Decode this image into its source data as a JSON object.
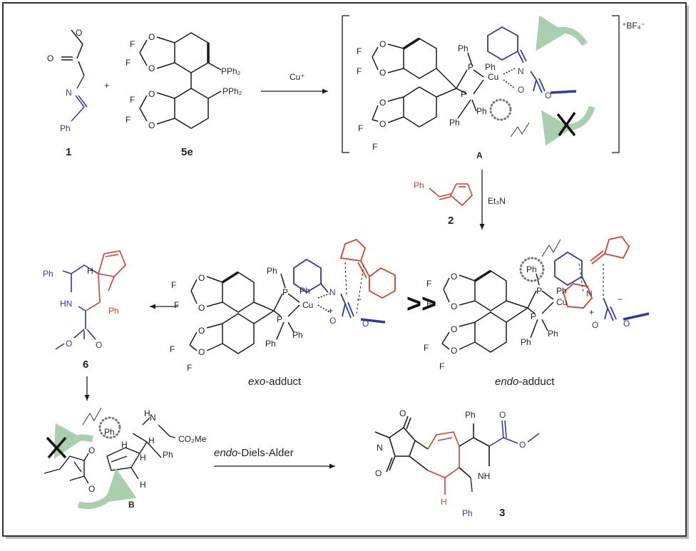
{
  "colors": {
    "blue": "#2e3da0",
    "red": "#d8402b",
    "arrow_green": "#a9cfae",
    "black": "#1a1a1a",
    "dots": "#777777"
  },
  "compound_1": {
    "id": "1",
    "atoms": {
      "o1": "O",
      "o2": "O",
      "n": "N",
      "ph": "Ph"
    }
  },
  "plus": "+",
  "compound_5e": {
    "id": "5e",
    "atoms": {
      "f1": "F",
      "f2": "F",
      "f3": "F",
      "f4": "F",
      "o1": "O",
      "o2": "O",
      "o3": "O",
      "o4": "O",
      "pph2_top": "PPh₂",
      "pph2_bottom": "PPh₂"
    }
  },
  "reagent_cu": "Cu⁺",
  "complex_A": {
    "id": "A",
    "charge": "⁺BF₄⁻",
    "atoms": {
      "f1": "F",
      "f2": "F",
      "f3": "F",
      "f4": "F",
      "o1": "O",
      "o2": "O",
      "o3": "O",
      "o4": "O",
      "o5": "O",
      "o6": "O",
      "p1": "P",
      "p2": "P",
      "cu": "Cu",
      "n": "N",
      "ph1": "Ph",
      "ph2": "Ph",
      "ph3": "Ph",
      "ph4": "Ph"
    }
  },
  "dipolarophile_2": {
    "id": "2",
    "ph": "Ph"
  },
  "base": "Et₃N",
  "exo_adduct": {
    "caption_italic": "exo",
    "caption_rest": "-adduct",
    "atoms": {
      "f1": "F",
      "f2": "F",
      "f3": "F",
      "f4": "F",
      "o1": "O",
      "o2": "O",
      "o3": "O",
      "o4": "O",
      "o5": "O",
      "o6": "O",
      "p1": "P",
      "p2": "P",
      "cu": "Cu",
      "n": "N",
      "plus": "+",
      "minus": "−",
      "ph1": "Ph",
      "ph2": "Ph",
      "ph3": "Ph",
      "ph4": "Ph"
    }
  },
  "comparison": ">>",
  "endo_adduct": {
    "caption_italic": "endo",
    "caption_rest": "-adduct",
    "atoms": {
      "f1": "F",
      "f2": "F",
      "f3": "F",
      "f4": "F",
      "o1": "O",
      "o2": "O",
      "o3": "O",
      "o4": "O",
      "o5": "O",
      "o6": "O",
      "p1": "P",
      "p2": "P",
      "cu": "Cu",
      "n": "N",
      "plus": "+",
      "minus": "−",
      "ph1": "Ph",
      "ph2": "Ph",
      "ph3": "Ph",
      "ph4": "Ph"
    }
  },
  "product_6": {
    "id": "6",
    "atoms": {
      "ph1": "Ph",
      "ph2": "Ph",
      "h": "H",
      "hn": "HN",
      "o1": "O",
      "o2": "O"
    }
  },
  "ts_B": {
    "id": "B",
    "atoms": {
      "n": "N",
      "co2me": "CO₂Me",
      "ph1": "Ph",
      "ph2": "Ph",
      "h1": "H",
      "h2": "H",
      "h3": "H",
      "h4": "H",
      "h5": "H",
      "o1": "O",
      "o2": "O"
    }
  },
  "reaction_label": {
    "italic": "endo",
    "rest": "-Diels-Alder"
  },
  "product_3": {
    "id": "3",
    "atoms": {
      "n": "N",
      "nh": "NH",
      "o1": "O",
      "o2": "O",
      "o3": "O",
      "o4": "O",
      "ph1": "Ph",
      "ph2": "Ph",
      "h": "H"
    }
  }
}
